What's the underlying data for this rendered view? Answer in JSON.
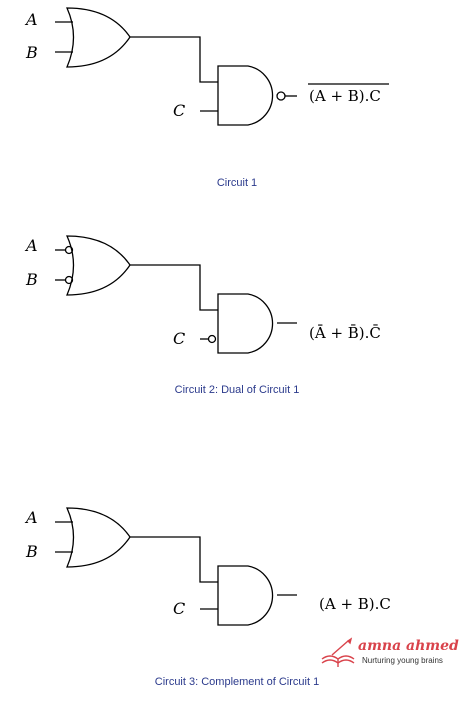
{
  "circuits": [
    {
      "input_a": "A",
      "input_b": "B",
      "input_c": "C",
      "output_expr": "(A + B).C",
      "caption": "Circuit 1"
    },
    {
      "input_a": "A",
      "input_b": "B",
      "input_c": "C",
      "output_expr": "(Ā + B̄).C̄",
      "caption": "Circuit 2: Dual of Circuit 1"
    },
    {
      "input_a": "A",
      "input_b": "B",
      "input_c": "C",
      "output_expr": "(A + B).C",
      "caption": "Circuit 3: Complement of Circuit 1"
    }
  ],
  "watermark": {
    "name": "amna ahmed",
    "tagline": "Nurturing young brains",
    "color": "#d9434b"
  }
}
